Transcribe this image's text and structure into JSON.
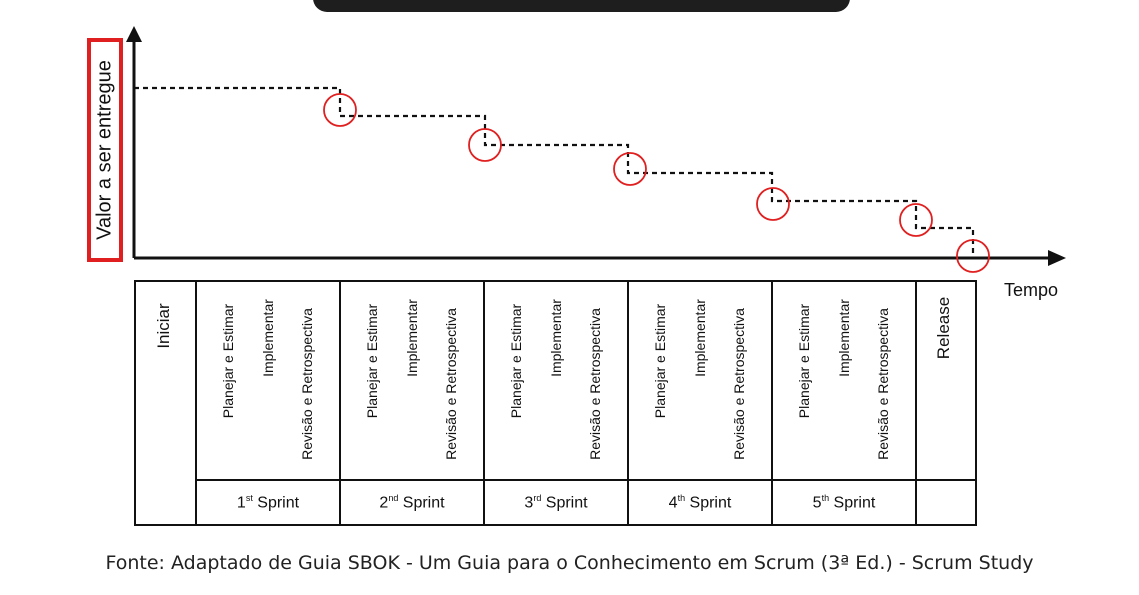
{
  "y_axis_label": "Valor a ser entregue",
  "x_axis_label": "Tempo",
  "phases": {
    "start": "Iniciar",
    "end": "Release"
  },
  "activities": [
    "Planejar e Estimar",
    "Implementar",
    "Revisão e Retrospectiva"
  ],
  "sprints": [
    {
      "num": "1",
      "sup": "st",
      "word": "Sprint"
    },
    {
      "num": "2",
      "sup": "nd",
      "word": "Sprint"
    },
    {
      "num": "3",
      "sup": "rd",
      "word": "Sprint"
    },
    {
      "num": "4",
      "sup": "th",
      "word": "Sprint"
    },
    {
      "num": "5",
      "sup": "th",
      "word": "Sprint"
    }
  ],
  "caption": "Fonte: Adaptado de Guia SBOK - Um Guia para o Conhecimento em Scrum (3ª Ed.) - Scrum Study",
  "colors": {
    "highlight": "#e02020",
    "top_bar": "#1e1e1e",
    "line": "#111111"
  }
}
